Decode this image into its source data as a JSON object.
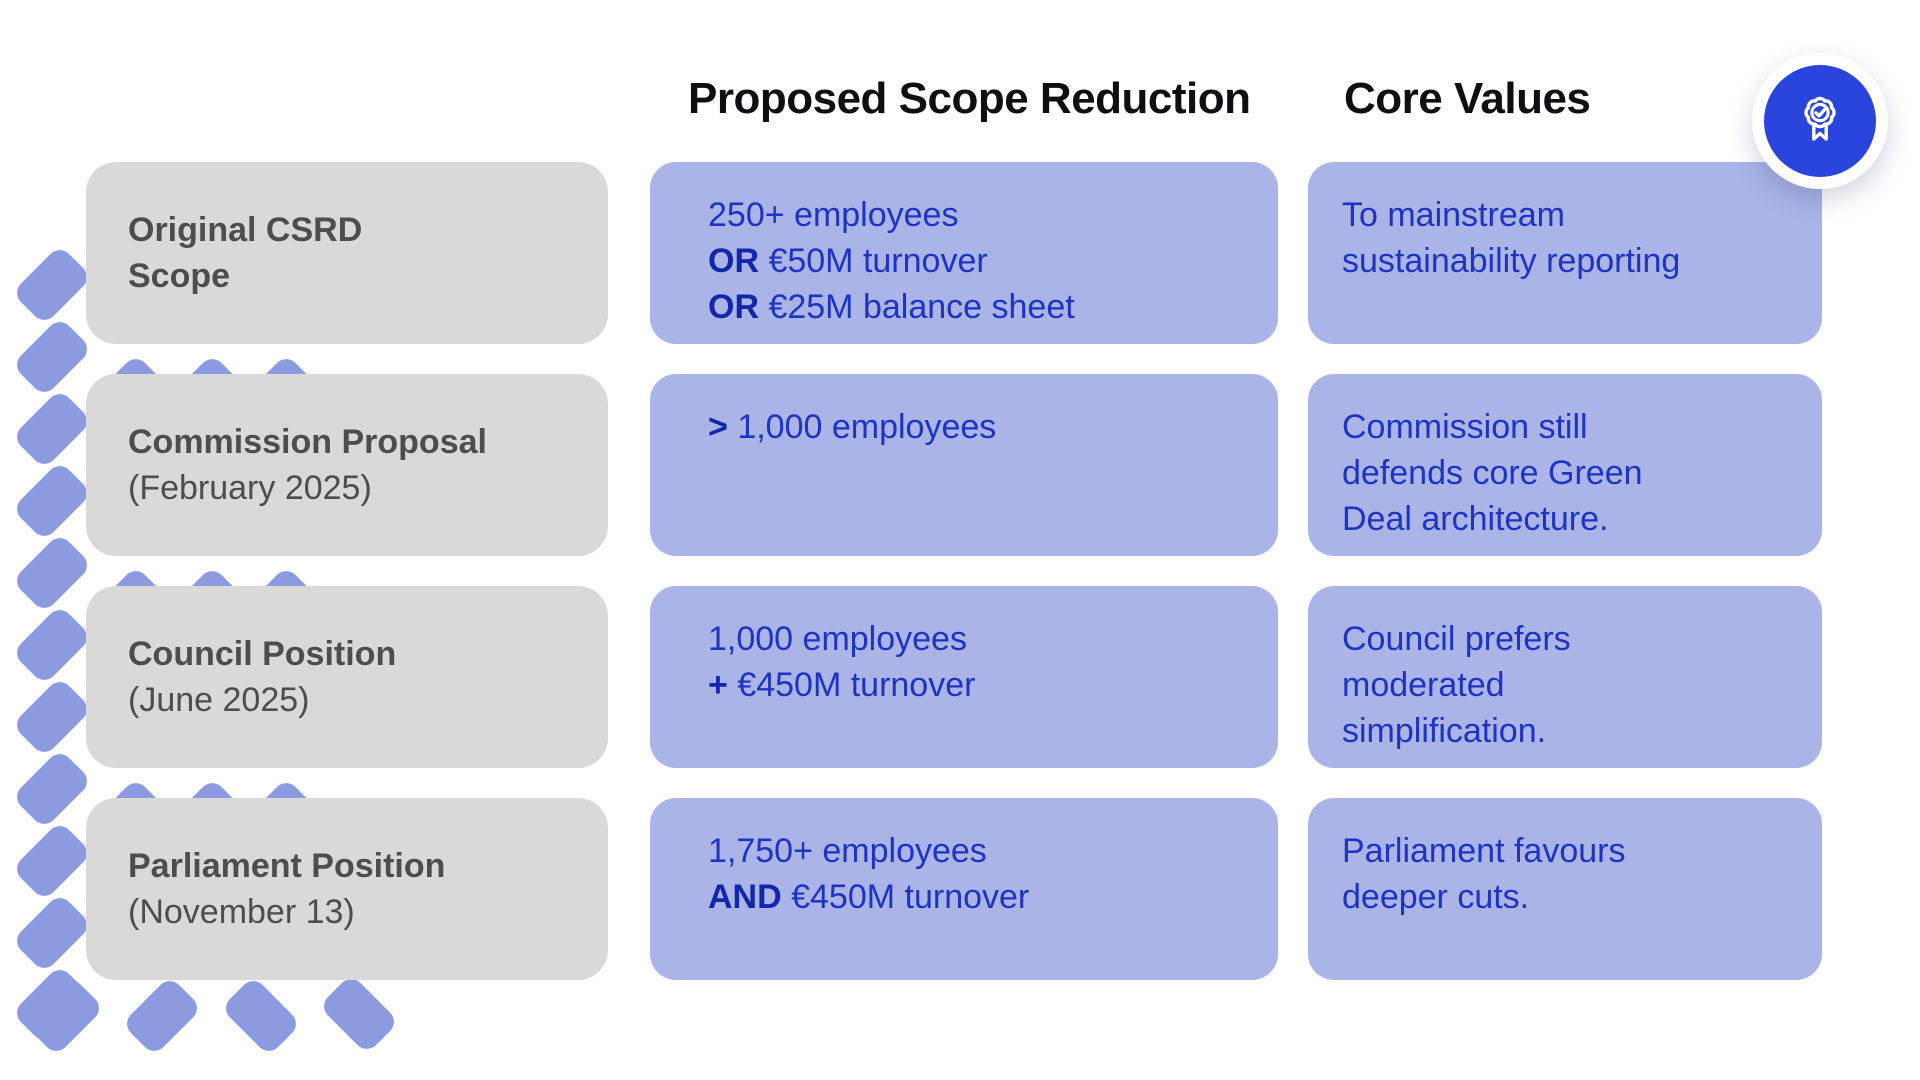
{
  "headers": {
    "scope_column": "Proposed Scope Reduction",
    "core_column": "Core Values"
  },
  "badge": {
    "icon": "award-rosette-icon"
  },
  "colors": {
    "accent_blue": "#2a45de",
    "panel_blue": "#aab4e6",
    "panel_gray": "#d9d9d9",
    "text_blue": "#1d33c4",
    "text_blue_bold": "#1126ad",
    "text_gray": "#4d4d50",
    "diamond_periwinkle": "#8c9be0",
    "header_black": "#0f0f12"
  },
  "rows": [
    {
      "stage": {
        "line1": "Original CSRD",
        "line2": "Scope"
      },
      "scope": {
        "line1": {
          "bold": "",
          "text": "250+ employees"
        },
        "line2": {
          "bold": "OR ",
          "text": "€50M turnover"
        },
        "line3": {
          "bold": "OR ",
          "text": "€25M balance sheet"
        }
      },
      "core": {
        "line1": "To mainstream",
        "line2": "sustainability reporting"
      }
    },
    {
      "stage": {
        "line1": "Commission Proposal",
        "line2": "(February 2025)"
      },
      "scope": {
        "line1": {
          "bold": "> ",
          "text": "1,000 employees"
        }
      },
      "core": {
        "line1": "Commission still",
        "line2": "defends core Green",
        "line3": "Deal architecture."
      }
    },
    {
      "stage": {
        "line1": "Council Position",
        "line2": "(June 2025)"
      },
      "scope": {
        "line1": {
          "bold": "",
          "text": "1,000 employees"
        },
        "line2": {
          "bold": "+ ",
          "text": "€450M turnover"
        }
      },
      "core": {
        "line1": "Council prefers",
        "line2": "moderated",
        "line3": "simplification."
      }
    },
    {
      "stage": {
        "line1": "Parliament Position",
        "line2": "(November 13)"
      },
      "scope": {
        "line1": {
          "bold": "",
          "text": "1,750+ employees"
        },
        "line2": {
          "bold": "AND ",
          "text": "€450M turnover"
        }
      },
      "core": {
        "line1": "Parliament favours",
        "line2": "deeper cuts."
      }
    }
  ]
}
